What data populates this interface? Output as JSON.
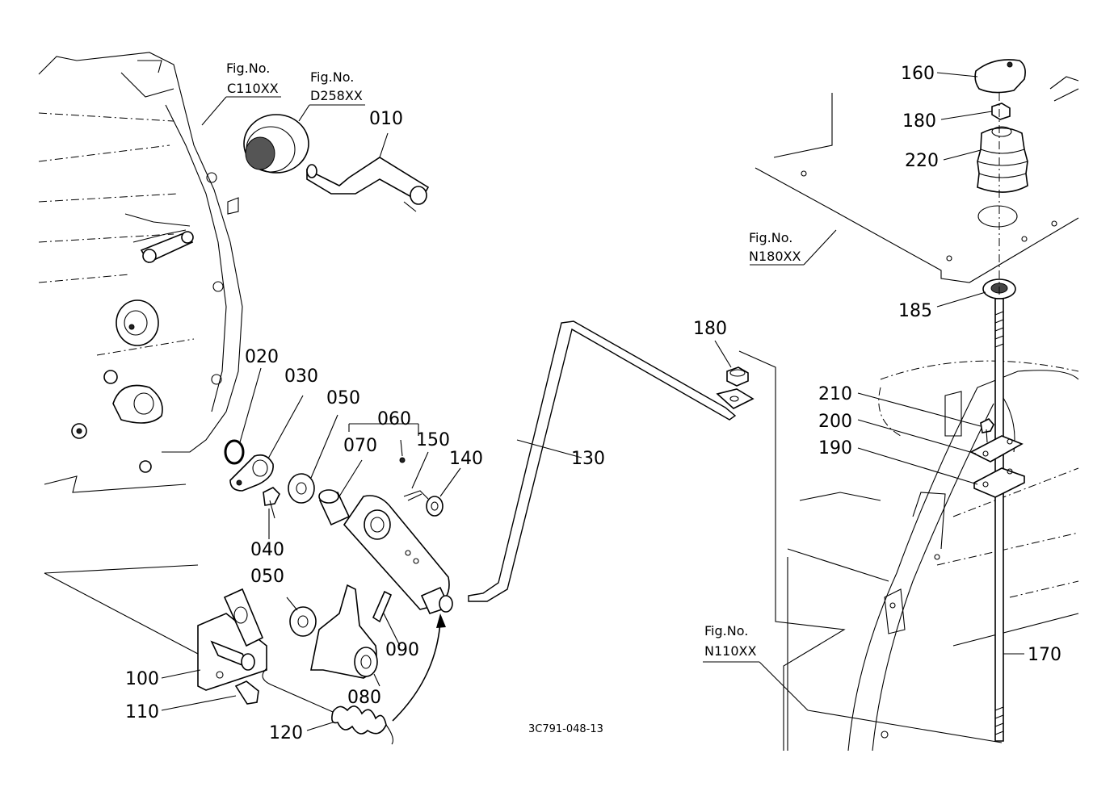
{
  "figure_refs": [
    {
      "line1": "Fig.No.",
      "line2": "C110XX"
    },
    {
      "line1": "Fig.No.",
      "line2": "D258XX"
    },
    {
      "line1": "Fig.No.",
      "line2": "N180XX"
    },
    {
      "line1": "Fig.No.",
      "line2": "N110XX"
    }
  ],
  "part_numbers": {
    "p010": "010",
    "p020": "020",
    "p030": "030",
    "p040": "040",
    "p050a": "050",
    "p050b": "050",
    "p060": "060",
    "p070": "070",
    "p080": "080",
    "p090": "090",
    "p100": "100",
    "p110": "110",
    "p120": "120",
    "p130": "130",
    "p140": "140",
    "p150": "150",
    "p160": "160",
    "p170": "170",
    "p180a": "180",
    "p180b": "180",
    "p185": "185",
    "p190": "190",
    "p200": "200",
    "p210": "210",
    "p220": "220"
  },
  "drawing_code": "3C791-048-13"
}
